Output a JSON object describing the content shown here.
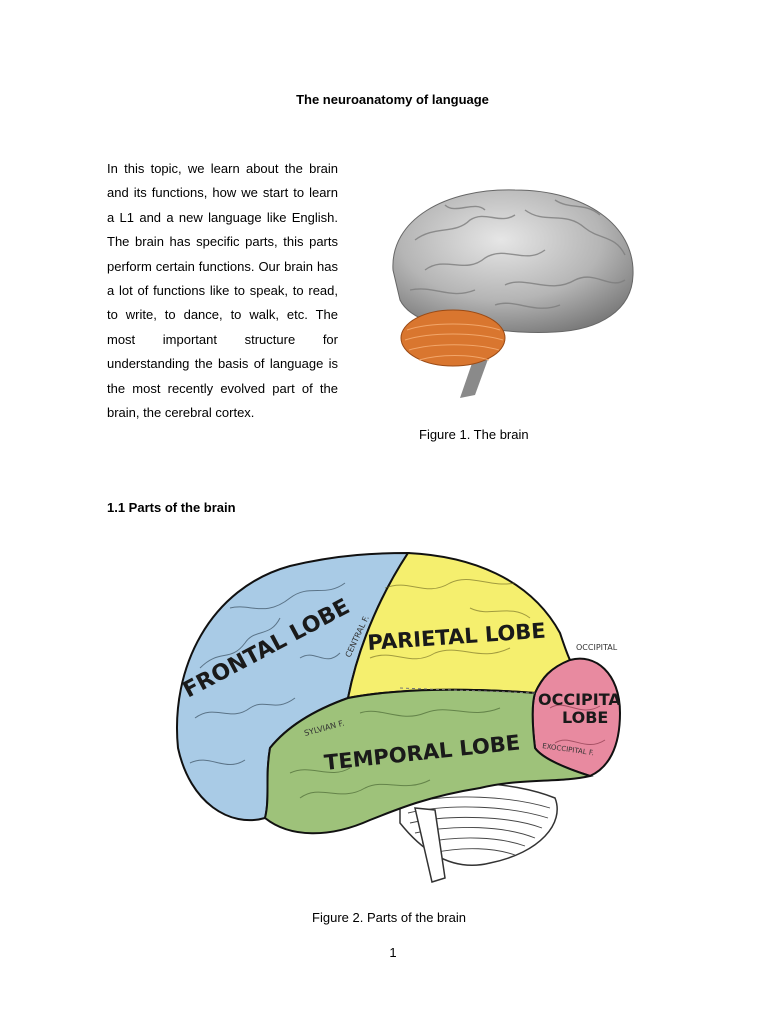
{
  "document": {
    "title": "The neuroanatomy of language",
    "intro_paragraph": "In this topic, we learn about the brain and its functions, how we start to learn a L1 and a new language like English. The brain has specific parts, this parts perform certain functions. Our brain has a lot of functions like to speak, to read, to write, to dance, to walk, etc. The most important structure for understanding the basis of language is the most recently evolved part of the brain, the cerebral cortex.",
    "figure1_caption": "Figure 1. The brain",
    "section_heading": "1.1 Parts of the brain",
    "figure2_caption": "Figure 2. Parts of the brain",
    "page_number": "1"
  },
  "figure2_labels": {
    "frontal": "FRONTAL LOBE",
    "parietal": "PARIETAL LOBE",
    "temporal": "TEMPORAL LOBE",
    "occipital_line1": "OCCIPITAL",
    "occipital_line2": "LOBE",
    "central": "CENTRAL F.",
    "sylvian": "SYLVIAN F.",
    "occipital_small": "OCCIPITAL",
    "exoccipital": "EXOCCIPITAL F."
  },
  "colors": {
    "frontal": "#a9cbe6",
    "parietal": "#f5ef6e",
    "temporal": "#9ec27a",
    "occipital": "#e88aa0",
    "cerebellum_fig1": "#d9762f",
    "brain_grey": "#b9b9b9"
  }
}
